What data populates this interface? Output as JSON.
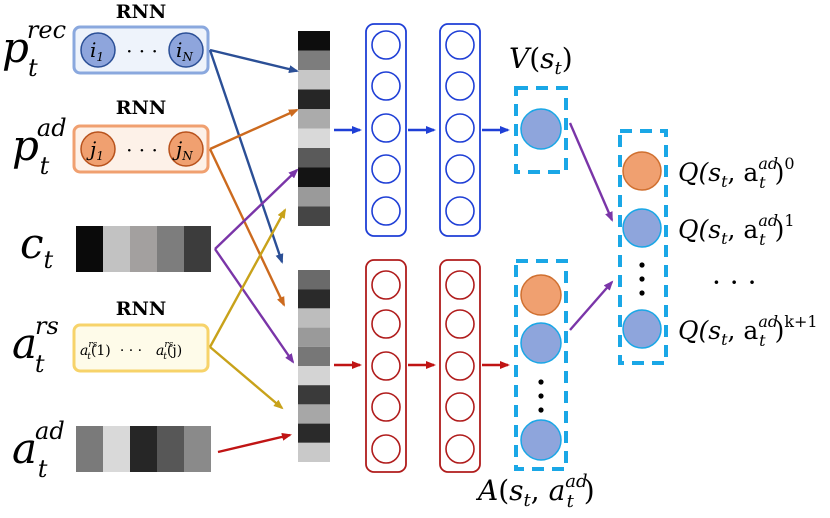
{
  "inputs": {
    "p_rec": {
      "base": "p",
      "sub": "t",
      "sup": "rec",
      "rnn_label": "RNN",
      "first_node": {
        "base": "i",
        "sub": "1"
      },
      "last_node": {
        "base": "i",
        "sub": "N"
      }
    },
    "p_ad": {
      "base": "p",
      "sub": "t",
      "sup": "ad",
      "rnn_label": "RNN",
      "first_node": {
        "base": "j",
        "sub": "1"
      },
      "last_node": {
        "base": "j",
        "sub": "N"
      }
    },
    "c": {
      "base": "c",
      "sub": "t"
    },
    "a_rs": {
      "base": "a",
      "sub": "t",
      "sup": "rs",
      "rnn_label": "RNN",
      "seq_first": "a_t^rs(1)",
      "seq_last": "a_t^rs(j)"
    },
    "a_ad": {
      "base": "a",
      "sub": "t",
      "sup": "ad"
    }
  },
  "ellipsis": "· · ·",
  "outputs": {
    "value_label": "V(s_t)",
    "advantage_label": "A(s_t, a_t^ad)",
    "q_labels": [
      {
        "prefix": "Q(s",
        "sub": "t",
        "mid": ", a",
        "sup_ad": "ad",
        "sub2": "t",
        "suffix": ")",
        "power": "0"
      },
      {
        "prefix": "Q(s",
        "sub": "t",
        "mid": ", a",
        "sup_ad": "ad",
        "sub2": "t",
        "suffix": ")",
        "power": "1"
      },
      {
        "prefix": "Q(s",
        "sub": "t",
        "mid": ", a",
        "sup_ad": "ad",
        "sub2": "t",
        "suffix": ")",
        "power": "k+1"
      }
    ],
    "q_more": "· · ·"
  },
  "colors": {
    "blue_layer": "#1f3fd6",
    "red_layer": "#b01c1c",
    "node_blue": "#8ea5dc",
    "node_orange": "#f0a070",
    "dashed_box": "#1aa7e6",
    "rnn_blue_border": "#8aa8de",
    "rnn_blue_fill": "#eef3fb",
    "rnn_orange_border": "#f0a070",
    "rnn_orange_fill": "#fdf1e8",
    "rnn_yellow_border": "#f7d36a",
    "rnn_yellow_fill": "#fefbe9",
    "arrow_navy": "#2b4f96",
    "arrow_orange": "#cc6a1e",
    "arrow_purple": "#7a35a8",
    "arrow_gold": "#c8a21a",
    "arrow_red": "#c01414"
  },
  "feature_bars": {
    "c_t": [
      "#0a0a0a",
      "#c2c2c2",
      "#a3a09f",
      "#7d7d7d",
      "#3c3c3c"
    ],
    "a_ad": [
      "#7a7a7a",
      "#d9d9d9",
      "#262626",
      "#575757",
      "#8a8a8a"
    ],
    "top_vector": [
      "#0d0d0d",
      "#7d7d7d",
      "#c7c7c7",
      "#262626",
      "#ababab",
      "#d9d9d9",
      "#5a5a5a",
      "#141414",
      "#9a9a9a",
      "#454545"
    ],
    "bottom_vector": [
      "#6a6a6a",
      "#2a2a2a",
      "#bdbdbd",
      "#9a9a9a",
      "#777777",
      "#d4d4d4",
      "#3a3a3a",
      "#a7a7a7",
      "#2a2a2a",
      "#c9c9c9"
    ]
  }
}
